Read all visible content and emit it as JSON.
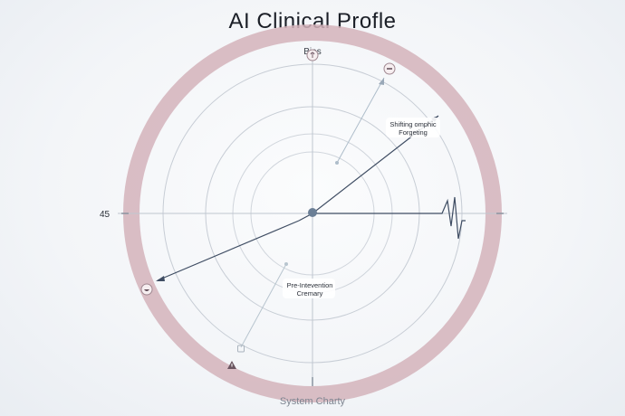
{
  "title": "AI Clinical Profle",
  "subtitle": "Bias",
  "footer": "System Charty",
  "axis_value_left": "45",
  "annotation_shifting_line1": "Shifting omphic",
  "annotation_shifting_line2": "Forgeting",
  "annotation_pre_line1": "Pre-Intevention",
  "annotation_pre_line2": "Cremary",
  "colors": {
    "ring": "#d4b3bb",
    "grid": "#c7cdd5",
    "line": "#3f4d63",
    "faint_line": "#aebdca",
    "center": "#6b7f96"
  },
  "icons": [
    "leaf-icon",
    "compass-icon",
    "bowl-icon",
    "bag-icon",
    "warning-icon"
  ]
}
